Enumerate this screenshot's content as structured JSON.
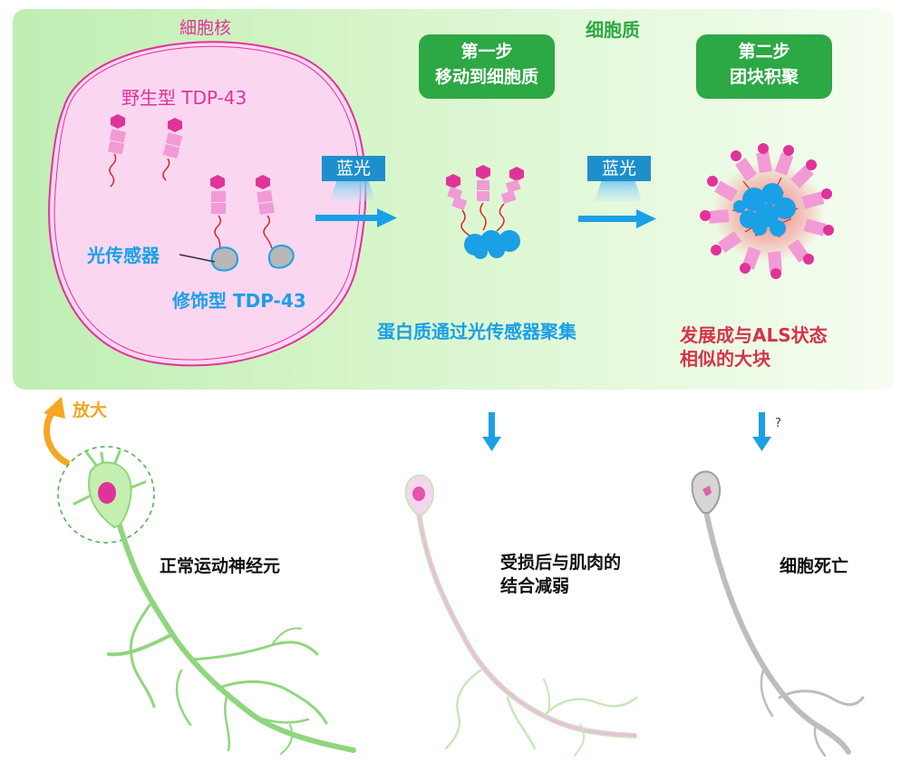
{
  "nucleus": {
    "title": "細胞核",
    "wild_type": "野生型 TDP-43",
    "photosensor": "光传感器",
    "modified": "修饰型 TDP-43"
  },
  "cytoplasm": {
    "title": "细胞质"
  },
  "step1": {
    "title": "第一步",
    "subtitle": "移动到细胞质",
    "light": "蓝光",
    "caption": "蛋白质通过光传感器聚集"
  },
  "step2": {
    "title": "第二步",
    "subtitle": "团块积聚",
    "light": "蓝光",
    "caption_line1": "发展成与ALS状态",
    "caption_line2": "相似的大块"
  },
  "zoom": {
    "label": "放大"
  },
  "neurons": [
    {
      "label": "正常运动神经元",
      "label2": ""
    },
    {
      "label": "受损后与肌肉的",
      "label2": "结合减弱"
    },
    {
      "label": "细胞死亡",
      "label2": ""
    }
  ],
  "question_mark": "?",
  "colors": {
    "panel_green": "#d3f4c6",
    "magenta": "#e0339a",
    "cyan_blue": "#1aa0e6",
    "step_green": "#2ca844",
    "red_caption": "#d4344a",
    "orange": "#f5a623",
    "neuron_green": "#8fd67e"
  }
}
